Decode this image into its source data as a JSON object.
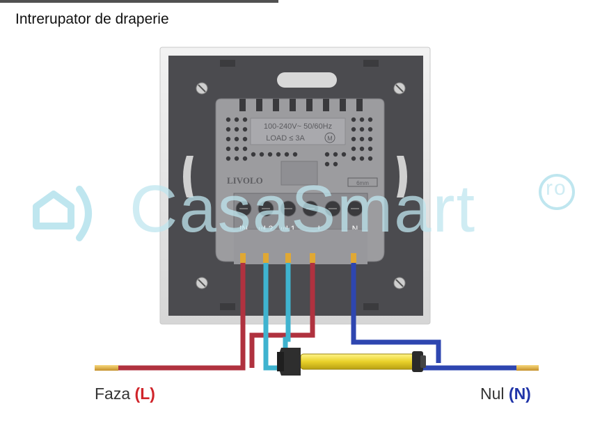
{
  "heading": "Intrerupator de draperie",
  "watermark": {
    "brand": "CasaSmart",
    "suffix": "ro"
  },
  "device": {
    "spec_line1": "100-240V~ 50/60Hz",
    "spec_line2": "LOAD ≤ 3A",
    "brand": "LIVOLO",
    "terminals": [
      "IN",
      "⍦L2",
      "⍦L1",
      "L",
      "N"
    ],
    "strip_label": "6mm"
  },
  "labels": {
    "phase_text": "Faza ",
    "phase_code": "(L)",
    "neutral_text": "Nul ",
    "neutral_code": "(N)"
  },
  "colors": {
    "phase_wire": "#b0323f",
    "motor_wire": "#3fb3cf",
    "neutral_wire": "#2e46b0",
    "panel": "#4b4b4f",
    "module": "#9c9c9f"
  }
}
